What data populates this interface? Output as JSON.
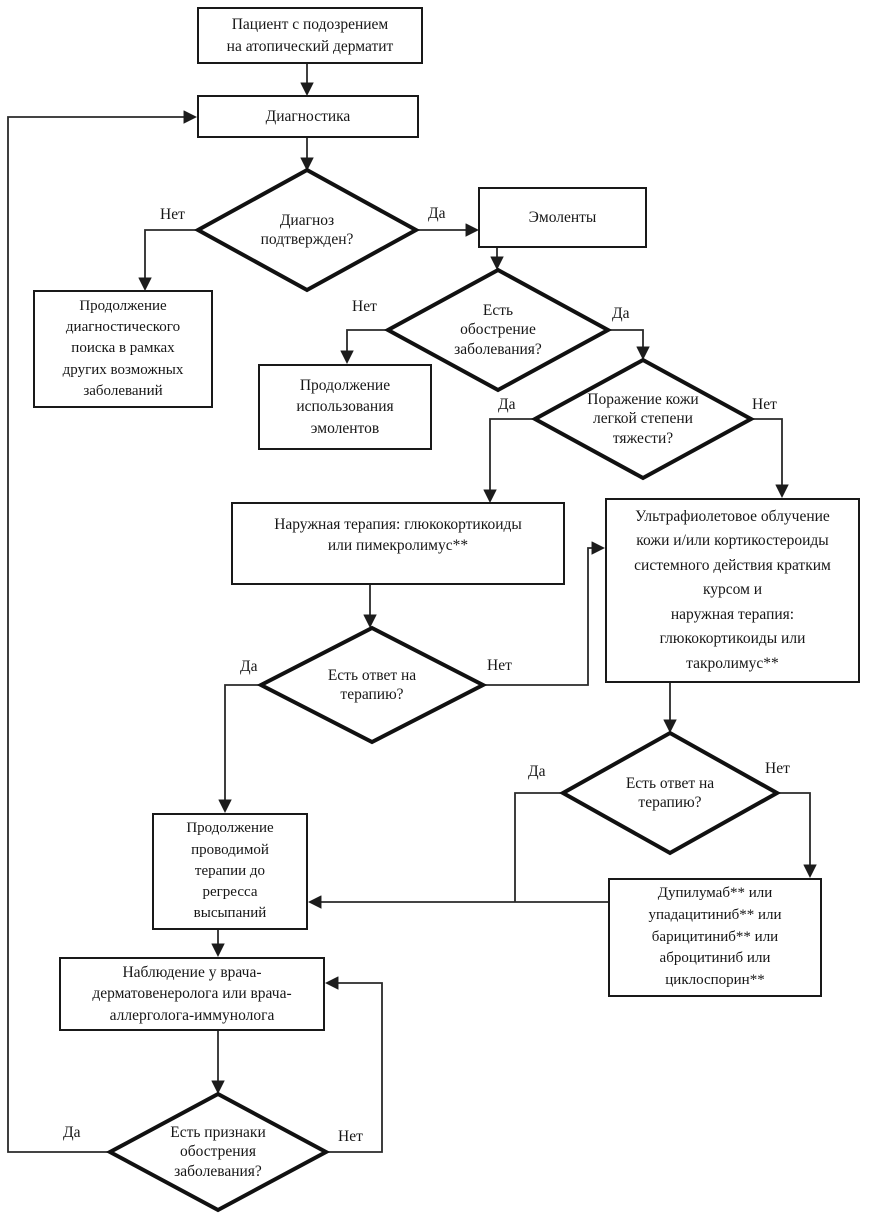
{
  "nodes": {
    "patient": {
      "label": "Пациент с подозрением\nна атопический дерматит"
    },
    "diagnostics": {
      "label": "Диагностика"
    },
    "diagnosis_confirmed": {
      "label": "Диагноз\nподтвержден?"
    },
    "emollients": {
      "label": "Эмоленты"
    },
    "continue_diagnostic_search": {
      "label": "Продолжение\nдиагностического\nпоиска в рамках\nдругих возможных\nзаболеваний"
    },
    "exacerbation": {
      "label": "Есть\nобострение\nзаболевания?"
    },
    "continue_emollients": {
      "label": "Продолжение\nиспользования\nэмолентов"
    },
    "mild_severity": {
      "label": "Поражение кожи\nлегкой степени\nтяжести?"
    },
    "topical_therapy": {
      "label": "Наружная терапия: глюкокортикоиды\nили пимекролимус**"
    },
    "uv_therapy": {
      "label": "Ультрафиолетовое облучение\nкожи и/или кортикостероиды\nсистемного действия кратким\nкурсом и\nнаружная терапия:\nглюкокортикоиды или\nтакролимус**"
    },
    "therapy_response_left": {
      "label": "Есть ответ на\nтерапию?"
    },
    "therapy_response_right": {
      "label": "Есть ответ на\nтерапию?"
    },
    "continue_until_regress": {
      "label": "Продолжение\nпроводимой\nтерапии до\nрегресса\nвысыпаний"
    },
    "systemic_drugs": {
      "label": "Дупилумаб** или\nупадацитиниб** или\nбарицитиниб** или\nаброцитиниб или\nциклоспорин**"
    },
    "observation": {
      "label": "Наблюдение у врача-\nдерматовенеролога или врача-\nаллерголога-иммунолога"
    },
    "relapse_signs": {
      "label": "Есть признаки\nобострения\nзаболевания?"
    }
  },
  "edge_labels": {
    "yes": "Да",
    "no": "Нет"
  },
  "colors": {
    "background": "#ffffff",
    "line": "#2a2a2a",
    "shape_stroke": "#111111",
    "text": "#161616"
  }
}
